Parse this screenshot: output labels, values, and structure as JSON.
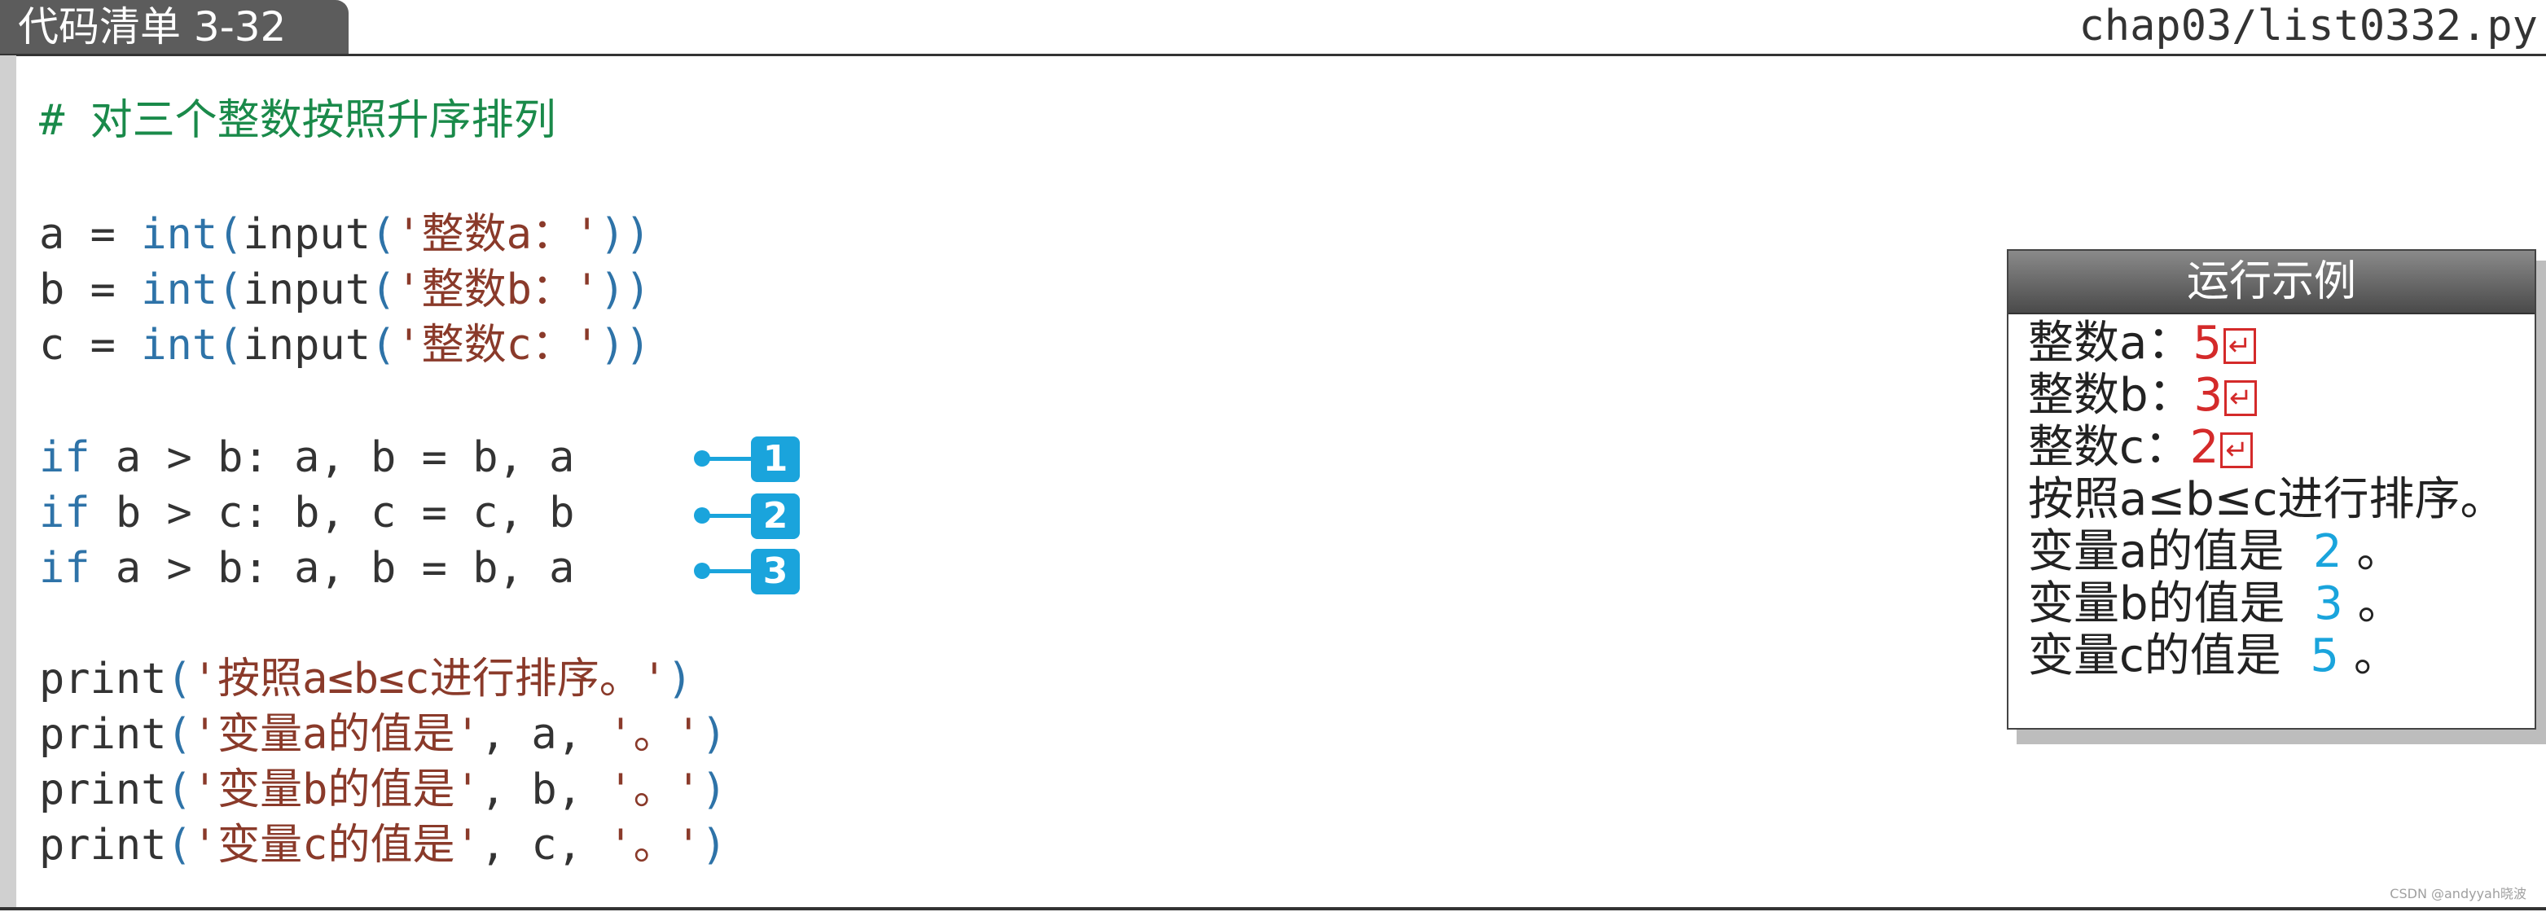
{
  "header": {
    "title": "代码清单 3-32",
    "filename": "chap03/list0332.py"
  },
  "code": {
    "comment": "# 对三个整数按照升序排列",
    "assign": [
      {
        "var": "a",
        "eq": " = ",
        "fn1": "int",
        "p1": "(",
        "fn2": "input",
        "p2": "(",
        "str": "'整数a：'",
        "close": "))"
      },
      {
        "var": "b",
        "eq": " = ",
        "fn1": "int",
        "p1": "(",
        "fn2": "input",
        "p2": "(",
        "str": "'整数b：'",
        "close": "))"
      },
      {
        "var": "c",
        "eq": " = ",
        "fn1": "int",
        "p1": "(",
        "fn2": "input",
        "p2": "(",
        "str": "'整数c：'",
        "close": "))"
      }
    ],
    "swaps": [
      {
        "kw": "if",
        "rest": " a > b: a, b = b, a",
        "badge": "1"
      },
      {
        "kw": "if",
        "rest": " b > c: b, c = c, b",
        "badge": "2"
      },
      {
        "kw": "if",
        "rest": " a > b: a, b = b, a",
        "badge": "3"
      }
    ],
    "prints": [
      {
        "fn": "print",
        "open": "(",
        "str1": "'按照a≤b≤c进行排序。'",
        "mid": "",
        "str2": "",
        "close": ")"
      },
      {
        "fn": "print",
        "open": "(",
        "str1": "'变量a的值是'",
        "mid": ", a, ",
        "str2": "'。'",
        "close": ")"
      },
      {
        "fn": "print",
        "open": "(",
        "str1": "'变量b的值是'",
        "mid": ", b, ",
        "str2": "'。'",
        "close": ")"
      },
      {
        "fn": "print",
        "open": "(",
        "str1": "'变量c的值是'",
        "mid": ", c, ",
        "str2": "'。'",
        "close": ")"
      }
    ]
  },
  "run_example": {
    "title": "运行示例",
    "inputs": [
      {
        "prompt": "整数a：",
        "value": "5",
        "enter": "↵"
      },
      {
        "prompt": "整数b：",
        "value": "3",
        "enter": "↵"
      },
      {
        "prompt": "整数c：",
        "value": "2",
        "enter": "↵"
      }
    ],
    "message": "按照a≤b≤c进行排序。",
    "outputs": [
      {
        "label": "变量a的值是",
        "value": "2",
        "end": "。"
      },
      {
        "label": "变量b的值是",
        "value": "3",
        "end": "。"
      },
      {
        "label": "变量c的值是",
        "value": "5",
        "end": "。"
      }
    ]
  },
  "watermark": "CSDN @andyyah晓波"
}
